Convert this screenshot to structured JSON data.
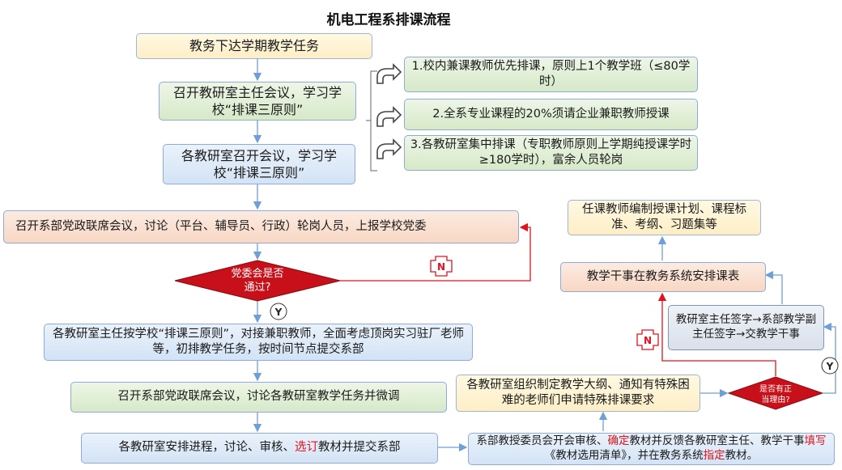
{
  "title": "机电工程系排课流程",
  "nodes": {
    "task": "教务下达学期教学任务",
    "meeting1": "召开教研室主任会议，学习学校“排课三原则”",
    "meeting2": "各教研室召开会议，学习学校“排课三原则”",
    "rule1": "1.校内兼课教师优先排课，原则上1个教学班（≤80学时）",
    "rule2": "2.全系专业课程的20%须请企业兼职教师授课",
    "rule3": "3.各教研室集中排课（专职教师原则上学期纯授课学时≥180学时），富余人员轮岗",
    "joint1": "召开系部党政联席会议，讨论（平台、辅导员、行政）轮岗人员，上报学校党委",
    "decision1": [
      "党委会是否",
      "通过?"
    ],
    "assign": "各教研室主任按学校“排课三原则”，对接兼职教师，全面考虑顶岗实习驻厂老师等，初排教学任务，按时间节点提交系部",
    "joint2": "召开系部党政联席会议，讨论各教研室教学任务并微调",
    "schedule": {
      "before": "各教研室安排进程，讨论、审核、",
      "hl": "选订",
      "after": "教材并提交系部"
    },
    "committee": {
      "p1": "系部教授委员会开会审核、",
      "h1": "确定",
      "p2": "教材并反馈各教研室主任、教学干事",
      "h2": "填写",
      "p3": "《教材选用清单》，并在教务系统",
      "h3": "指定",
      "p4": "教材。"
    },
    "outline": "各教研室组织制定教学大纲、通知有特殊困难的老师们申请特殊排课要求",
    "decision2": [
      "是否有正",
      "当理由?"
    ],
    "signatures": "教研室主任签字→系部教学副主任签字→交教学干事",
    "secretary": "教学干事在教务系统安排课表",
    "teachers": "任课教师编制授课计划、课程标准、考纲、习题集等"
  },
  "labels": {
    "yes": "Y",
    "no": "N"
  },
  "colors": {
    "arrow": "#6f9fd8",
    "reject": "#e0141e",
    "diamond": "#c8101a"
  }
}
